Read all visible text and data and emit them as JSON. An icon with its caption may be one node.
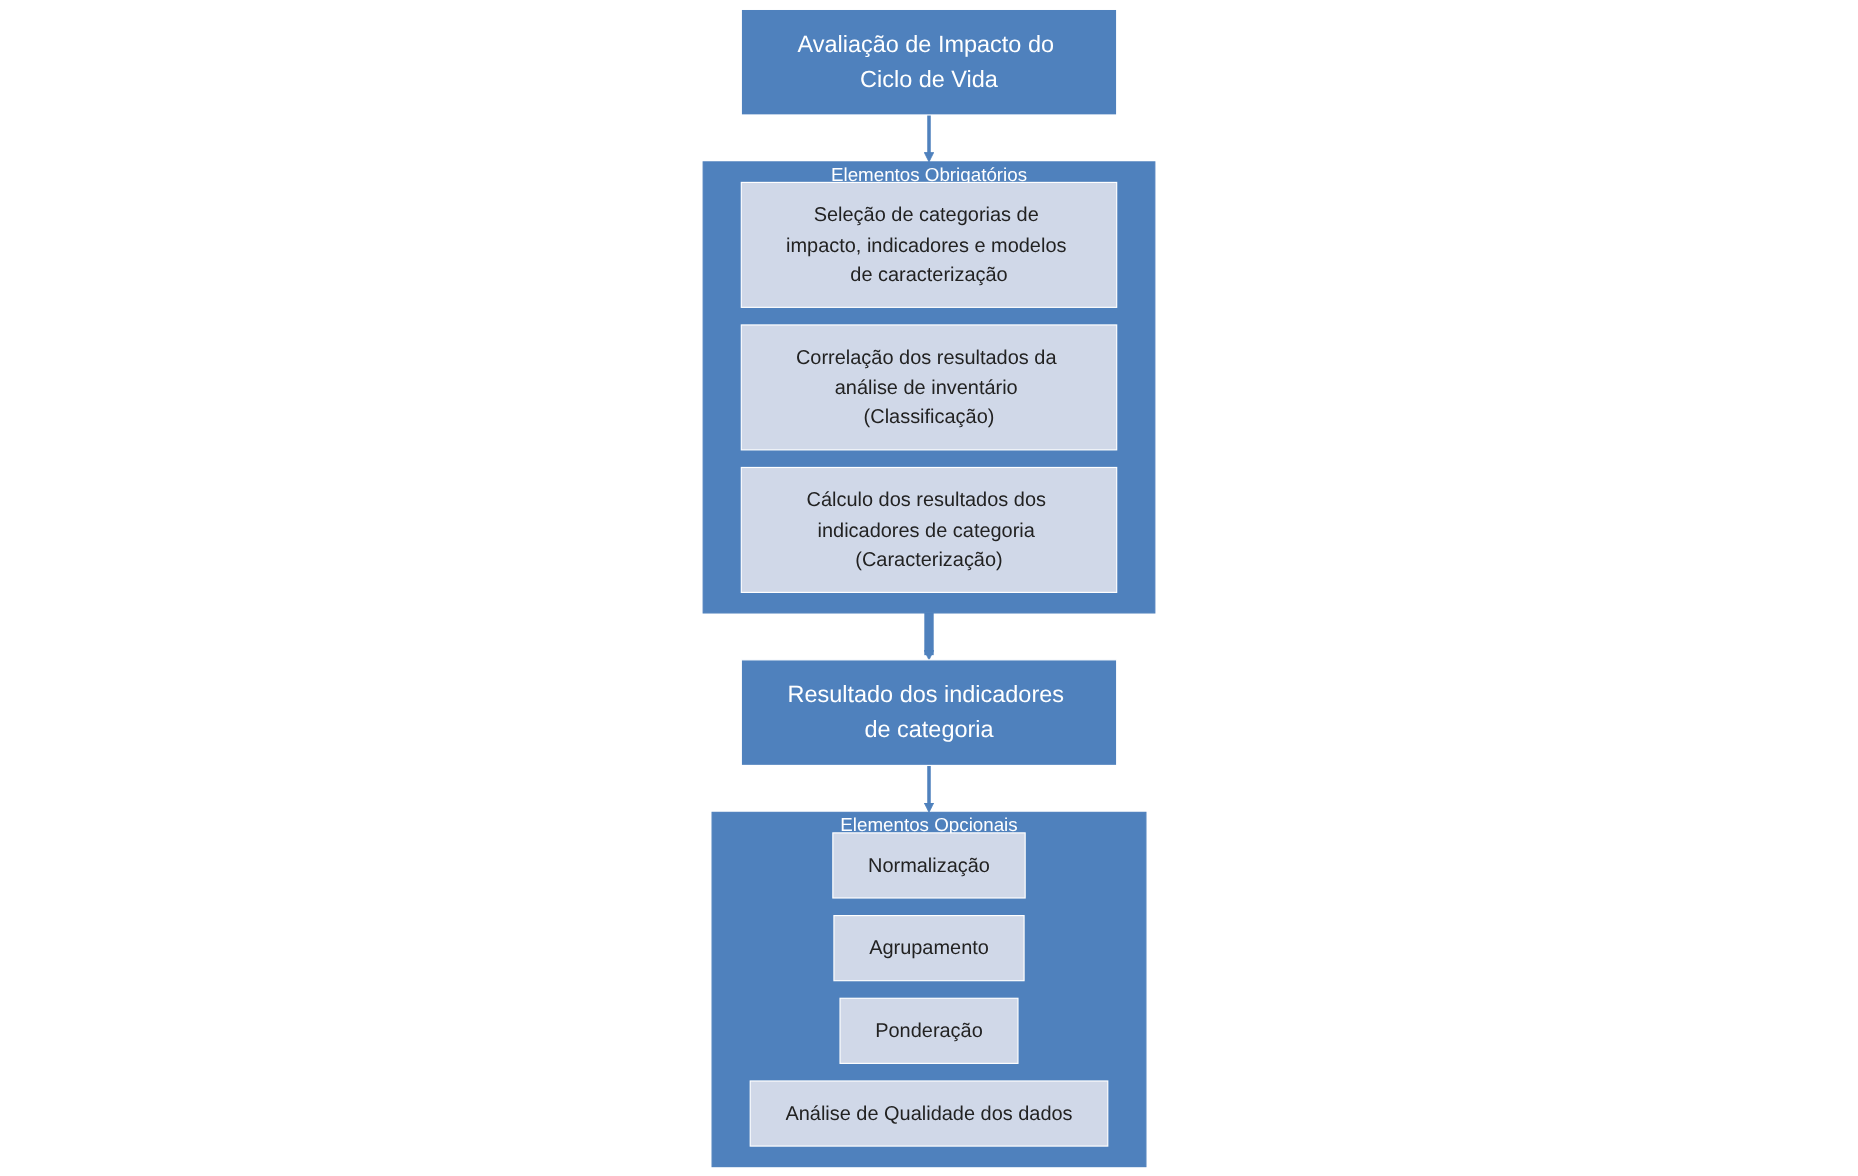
{
  "diagram": {
    "nodes": [
      {
        "text": [
          "Avaliação de Impacto do Ciclo de Vida"
        ]
      },
      {
        "text": [
          "Elementos Obrigatórios"
        ]
      },
      {
        "text": [
          "Seleção de categorias de impacto, indicadores e modelos de caracterização"
        ],
        "in": 1
      },
      {
        "text": [
          "Correlação dos resultados da análise de inventário (Classificação)"
        ],
        "in": 1
      },
      {
        "text": [
          "Cálculo dos resultados dos indicadores de categoria (Caracterização)"
        ],
        "in": 1
      },
      {
        "text": [
          "Resultado dos indicadores de categoria"
        ]
      },
      {
        "text": [
          "Elementos Opcionais"
        ]
      },
      {
        "text": [
          "Normalização"
        ],
        "in": 6
      },
      {
        "text": [
          "Agrupamento"
        ],
        "in": 6
      },
      {
        "text": [
          "Ponderação"
        ],
        "in": 6
      },
      {
        "text": [
          "Análise de Qualidade dos dados"
        ],
        "in": 6
      }
    ],
    "edges": [
      {
        "from": 0,
        "to": 1,
        "arrow": "to"
      },
      {
        "from": 1,
        "to": 5,
        "arrow": "to",
        "style": "thick"
      },
      {
        "from": 5,
        "to": 6,
        "arrow": "to"
      }
    ]
  }
}
